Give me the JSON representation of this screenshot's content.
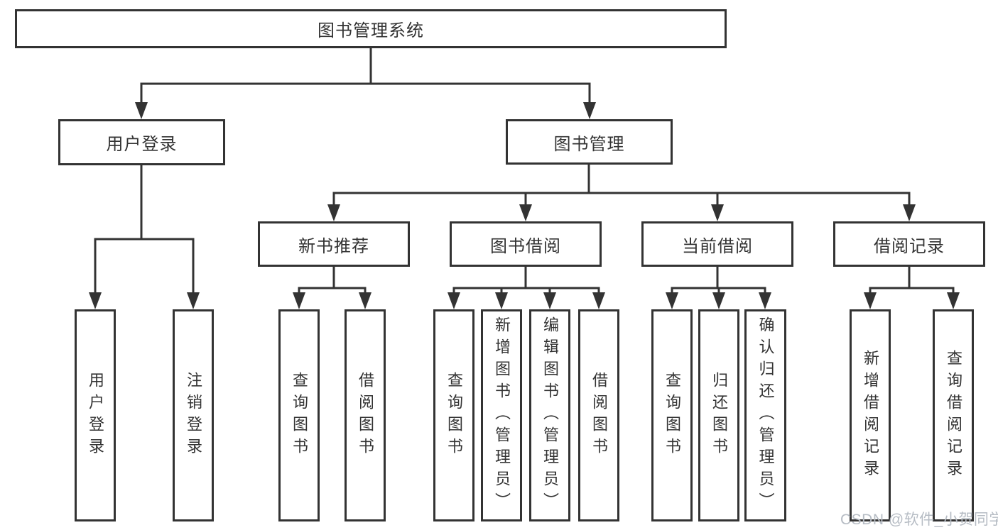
{
  "diagram": {
    "root": {
      "label": "图书管理系统"
    },
    "level2": [
      {
        "label": "用户登录"
      },
      {
        "label": "图书管理"
      }
    ],
    "level3": [
      {
        "label": "新书推荐",
        "parent": "图书管理"
      },
      {
        "label": "图书借阅",
        "parent": "图书管理"
      },
      {
        "label": "当前借阅",
        "parent": "图书管理"
      },
      {
        "label": "借阅记录",
        "parent": "图书管理"
      }
    ],
    "leaves": [
      {
        "label": "用户登录",
        "parent": "用户登录"
      },
      {
        "label": "注销登录",
        "parent": "用户登录"
      },
      {
        "label": "查询图书",
        "parent": "新书推荐"
      },
      {
        "label": "借阅图书",
        "parent": "新书推荐"
      },
      {
        "label": "查询图书",
        "parent": "图书借阅"
      },
      {
        "label": "新增图书（管理员）",
        "parent": "图书借阅"
      },
      {
        "label": "编辑图书（管理员）",
        "parent": "图书借阅"
      },
      {
        "label": "借阅图书",
        "parent": "图书借阅"
      },
      {
        "label": "查询图书",
        "parent": "当前借阅"
      },
      {
        "label": "归还图书",
        "parent": "当前借阅"
      },
      {
        "label": "确认归还（管理员）",
        "parent": "当前借阅"
      },
      {
        "label": "新增借阅记录",
        "parent": "借阅记录"
      },
      {
        "label": "查询借阅记录",
        "parent": "借阅记录"
      }
    ]
  },
  "watermark": {
    "text": "CSDN @软件_小贺同学"
  },
  "colors": {
    "background": "#ffffff",
    "line": "#333333",
    "box_border": "#333333",
    "text": "#333333",
    "watermark": "#b6bcc4"
  }
}
